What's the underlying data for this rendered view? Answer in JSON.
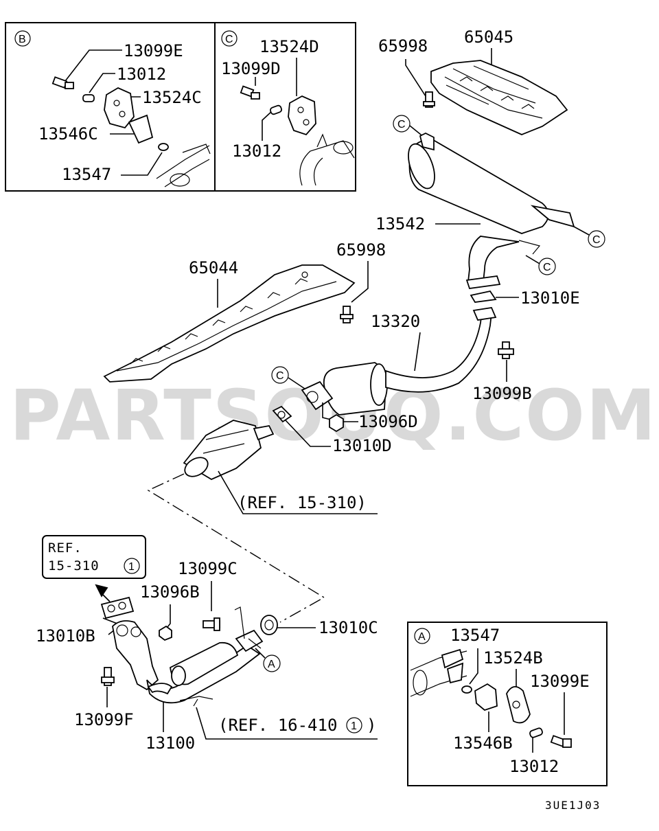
{
  "watermark": "PARTSOUQ.COM",
  "diagram_code": "3UE1J03",
  "callouts": {
    "A": "A",
    "B": "B",
    "C": "C"
  },
  "inset_b": {
    "marker": "B",
    "labels": [
      "13099E",
      "13012",
      "13524C",
      "13546C",
      "13547"
    ]
  },
  "inset_c": {
    "marker": "C",
    "labels": [
      "13524D",
      "13099D",
      "13012"
    ]
  },
  "inset_a": {
    "marker": "A",
    "labels": [
      "13547",
      "13524B",
      "13099E",
      "13546B",
      "13012"
    ]
  },
  "parts": {
    "p65998_top": "65998",
    "p65045": "65045",
    "p13542": "13542",
    "p13010E": "13010E",
    "p65998_mid": "65998",
    "p65044": "65044",
    "p13320": "13320",
    "p13099B": "13099B",
    "p13096D": "13096D",
    "p13010D": "13010D",
    "p13099C": "13099C",
    "p13096B": "13096B",
    "p13010B": "13010B",
    "p13010C": "13010C",
    "p13099F": "13099F",
    "p13100": "13100"
  },
  "references": {
    "ref_catalyst": "(REF. 15-310)",
    "ref_sensor": "(REF. 16-410",
    "ref_sensor_num": "1",
    "ref_box_line1": "REF.",
    "ref_box_line2": "15-310",
    "ref_box_num": "1",
    "ref_sensor_close": ")"
  }
}
